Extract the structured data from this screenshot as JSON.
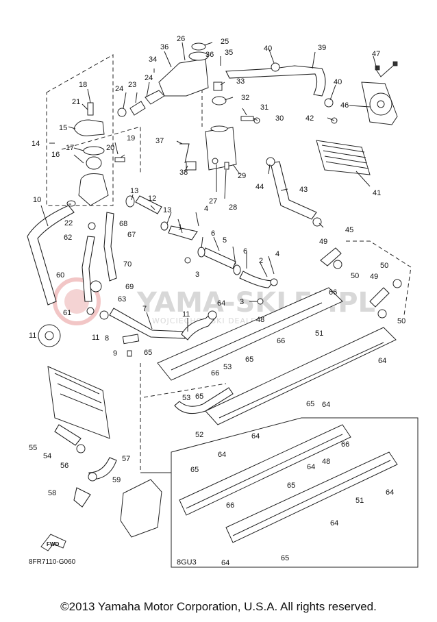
{
  "diagram": {
    "ref_code": "8FR7110-G060",
    "variant_label": "8GU3",
    "fwd_label": "FWD",
    "watermark": {
      "main": "YAMA-SKLEP.PL",
      "sub": "WOJCIECHOWSKI DEALER YAMAHA"
    },
    "copyright": "©2013 Yamaha Motor Corporation, U.S.A. All rights reserved.",
    "parts": {
      "p1": "1",
      "p2": "2",
      "p3a": "3",
      "p3b": "3",
      "p4a": "4",
      "p4b": "4",
      "p5": "5",
      "p6a": "6",
      "p6b": "6",
      "p7": "7",
      "p8": "8",
      "p9": "9",
      "p10": "10",
      "p11a": "11",
      "p11b": "11",
      "p11c": "11",
      "p12": "12",
      "p13a": "13",
      "p13b": "13",
      "p14": "14",
      "p15": "15",
      "p16": "16",
      "p17": "17",
      "p18": "18",
      "p19": "19",
      "p20": "20",
      "p21": "21",
      "p22": "22",
      "p23": "23",
      "p24a": "24",
      "p24b": "24",
      "p25": "25",
      "p26": "26",
      "p27": "27",
      "p28": "28",
      "p29": "29",
      "p30": "30",
      "p31": "31",
      "p32": "32",
      "p33": "33",
      "p34": "34",
      "p35": "35",
      "p36a": "36",
      "p36b": "36",
      "p37": "37",
      "p38": "38",
      "p39": "39",
      "p40a": "40",
      "p40b": "40",
      "p41": "41",
      "p42": "42",
      "p43": "43",
      "p44": "44",
      "p45": "45",
      "p46": "46",
      "p47": "47",
      "p48a": "48",
      "p48b": "48",
      "p49a": "49",
      "p49b": "49",
      "p50a": "50",
      "p50b": "50",
      "p50c": "50",
      "p51a": "51",
      "p51b": "51",
      "p52": "52",
      "p53a": "53",
      "p53b": "53",
      "p54": "54",
      "p55": "55",
      "p56": "56",
      "p57": "57",
      "p58": "58",
      "p59": "59",
      "p60": "60",
      "p61": "61",
      "p62": "62",
      "p63": "63",
      "p64a": "64",
      "p64b": "64",
      "p64c": "64",
      "p64d": "64",
      "p64e": "64",
      "p64f": "64",
      "p64g": "64",
      "p64h": "64",
      "p64i": "64",
      "p65a": "65",
      "p65b": "65",
      "p65c": "65",
      "p65d": "65",
      "p65e": "65",
      "p65f": "65",
      "p65g": "65",
      "p66a": "66",
      "p66b": "66",
      "p66c": "66",
      "p66d": "66",
      "p66e": "66",
      "p67": "67",
      "p68": "68",
      "p69": "69",
      "p70": "70"
    }
  }
}
